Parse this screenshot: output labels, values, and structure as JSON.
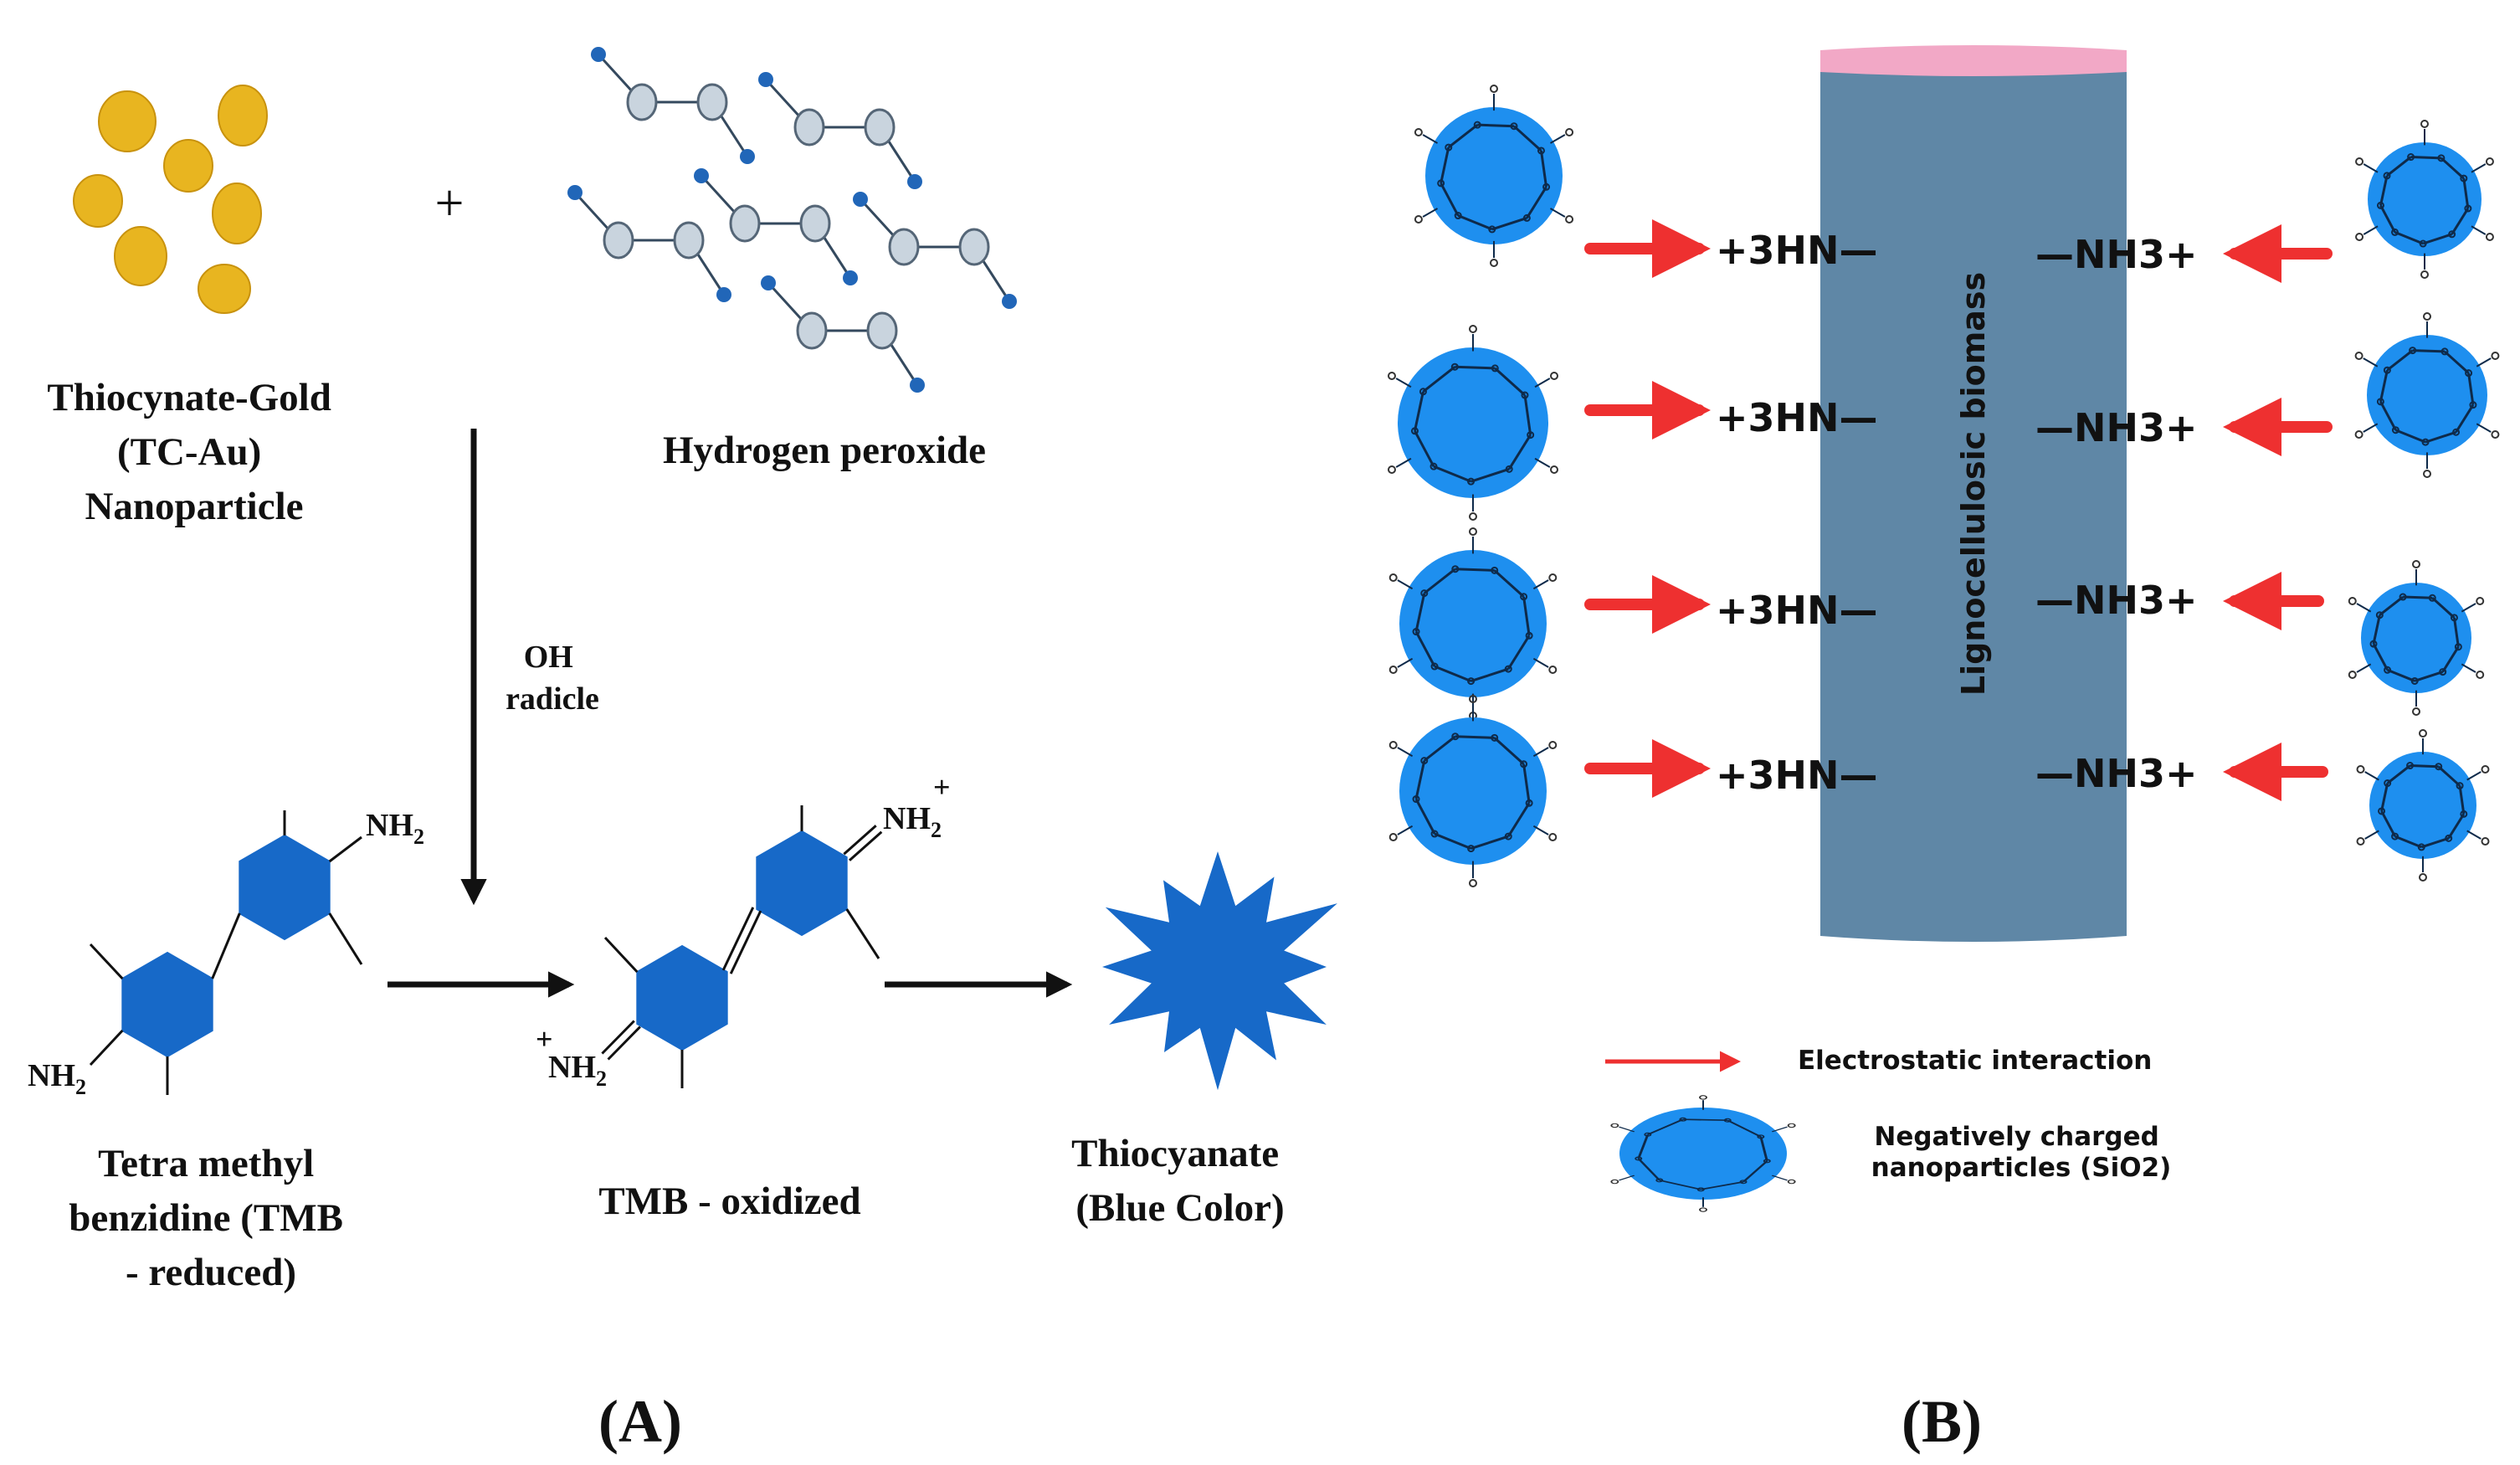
{
  "colors": {
    "gold": "#E8B520",
    "gold_dark": "#C8920E",
    "benzene_blue": "#1769C8",
    "bright_blue": "#1E8FEF",
    "arrow_red": "#EE3030",
    "biomass": "#5F87A6",
    "biomass_top": "#F2A8C6",
    "peroxide_node": "#C9D4DE",
    "peroxide_dot": "#2166B8",
    "text": "#111111"
  },
  "panel_a": {
    "plus": "+",
    "nanoparticle_label": [
      "Thiocynate-Gold",
      "(TC-Au)",
      "Nanoparticle"
    ],
    "peroxide_label": "Hydrogen peroxide",
    "radical_label": [
      "OH",
      "radicle"
    ],
    "tmb_reduced_label": [
      "Tetra methyl",
      "benzidine (TMB",
      "- reduced)"
    ],
    "tmb_oxidized_label": "TMB - oxidized",
    "thiocyanate_label": [
      "Thiocyanate",
      "(Blue Color)"
    ],
    "amine_group": "NH",
    "subscript_two": "2",
    "positive_charge": "+",
    "caption": "(A)"
  },
  "panel_b": {
    "biomass_label": "Lignocellulosic biomass",
    "left_groups": [
      "+3HN—",
      "+3HN—",
      "+3HN—",
      "+3HN—"
    ],
    "right_groups": [
      "—NH3+",
      "—NH3+",
      "—NH3+",
      "—NH3+"
    ],
    "legend": {
      "electrostatic": "Electrostatic interaction",
      "nanoparticle": [
        "Negatively charged",
        "nanoparticles (SiO2)"
      ]
    },
    "caption": "(B)"
  }
}
